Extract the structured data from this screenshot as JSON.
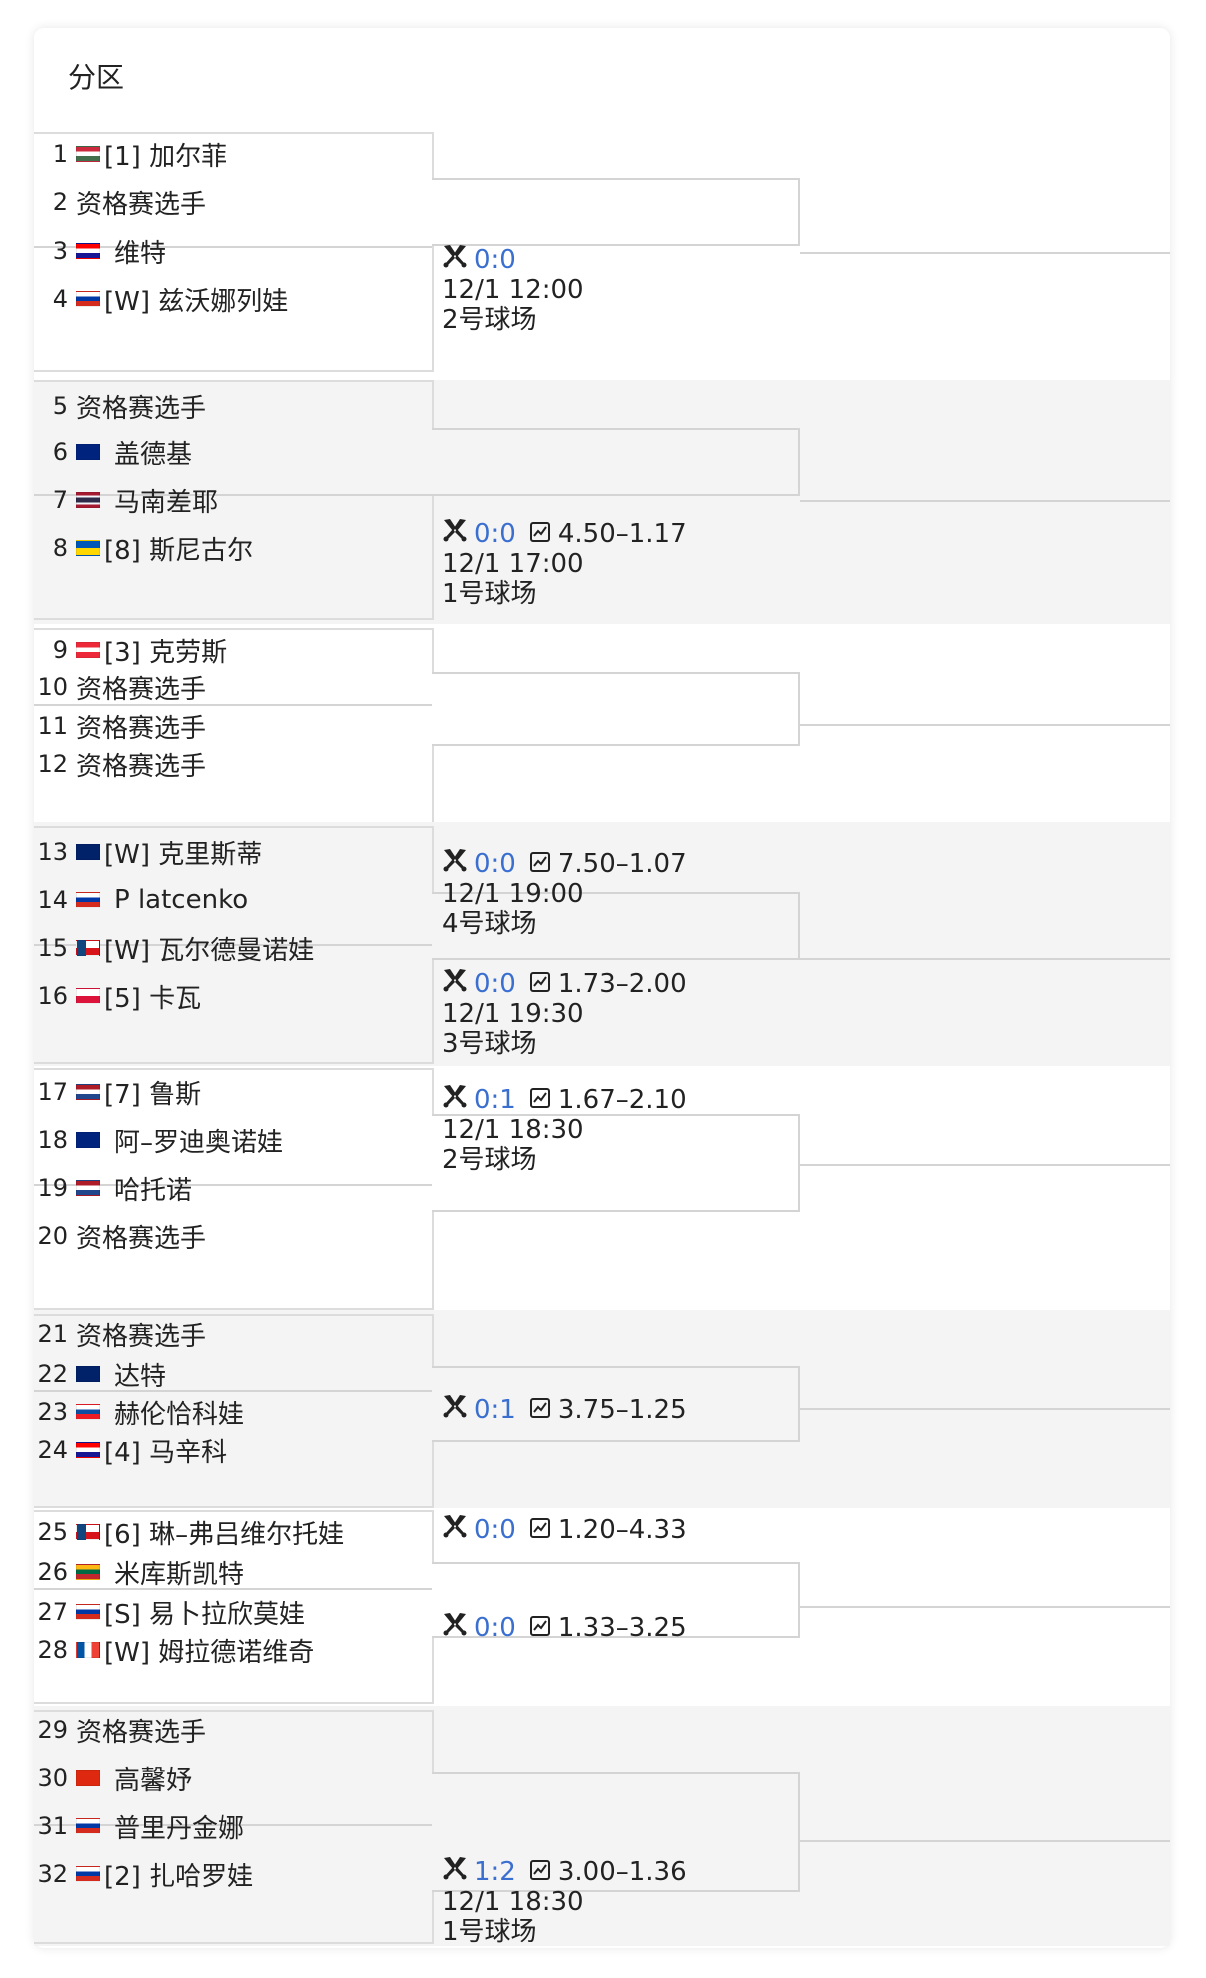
{
  "title": "分区",
  "colors": {
    "score": "#3a6fd0",
    "alt_band": "#f4f4f4",
    "line": "#d4d4d4"
  },
  "icons": {
    "match": "crossed-rackets-icon",
    "odds": "chart-icon"
  },
  "players": [
    {
      "seed": "1",
      "flag": "hungary",
      "name": "[1] 加尔菲"
    },
    {
      "seed": "2",
      "flag": "",
      "name": "资格赛选手"
    },
    {
      "seed": "3",
      "flag": "croatia",
      "name": "维特"
    },
    {
      "seed": "4",
      "flag": "russia",
      "name": "[W] 兹沃娜列娃"
    },
    {
      "seed": "5",
      "flag": "",
      "name": "资格赛选手"
    },
    {
      "seed": "6",
      "flag": "australia",
      "name": "盖德基"
    },
    {
      "seed": "7",
      "flag": "thailand",
      "name": "马南差耶"
    },
    {
      "seed": "8",
      "flag": "ukraine",
      "name": "[8] 斯尼古尔"
    },
    {
      "seed": "9",
      "flag": "austria",
      "name": "[3] 克劳斯"
    },
    {
      "seed": "10",
      "flag": "",
      "name": "资格赛选手"
    },
    {
      "seed": "11",
      "flag": "",
      "name": "资格赛选手"
    },
    {
      "seed": "12",
      "flag": "",
      "name": "资格赛选手"
    },
    {
      "seed": "13",
      "flag": "uk",
      "name": "[W] 克里斯蒂"
    },
    {
      "seed": "14",
      "flag": "russia",
      "name": "P latcenko"
    },
    {
      "seed": "15",
      "flag": "czech",
      "name": "[W] 瓦尔德曼诺娃"
    },
    {
      "seed": "16",
      "flag": "poland",
      "name": "[5] 卡瓦"
    },
    {
      "seed": "17",
      "flag": "netherlands",
      "name": "[7] 鲁斯"
    },
    {
      "seed": "18",
      "flag": "australia",
      "name": "阿–罗迪奥诺娃"
    },
    {
      "seed": "19",
      "flag": "netherlands",
      "name": "哈托诺"
    },
    {
      "seed": "20",
      "flag": "",
      "name": "资格赛选手"
    },
    {
      "seed": "21",
      "flag": "",
      "name": "资格赛选手"
    },
    {
      "seed": "22",
      "flag": "uk",
      "name": "达特"
    },
    {
      "seed": "23",
      "flag": "slovakia",
      "name": "赫伦恰科娃"
    },
    {
      "seed": "24",
      "flag": "croatia",
      "name": "[4] 马辛科"
    },
    {
      "seed": "25",
      "flag": "czech",
      "name": "[6] 琳–弗吕维尔托娃"
    },
    {
      "seed": "26",
      "flag": "lithuania",
      "name": "米库斯凯特"
    },
    {
      "seed": "27",
      "flag": "russia",
      "name": "[S] 易卜拉欣莫娃"
    },
    {
      "seed": "28",
      "flag": "france",
      "name": "[W] 姆拉德诺维奇"
    },
    {
      "seed": "29",
      "flag": "",
      "name": "资格赛选手"
    },
    {
      "seed": "30",
      "flag": "china",
      "name": "高馨妤"
    },
    {
      "seed": "31",
      "flag": "russia",
      "name": "普里丹金娜"
    },
    {
      "seed": "32",
      "flag": "russia",
      "name": "[2] 扎哈罗娃"
    }
  ],
  "matches": [
    {
      "score": "0:0",
      "odds": "",
      "date": "12/1 12:00",
      "court": "2号球场"
    },
    {
      "score": "0:0",
      "odds": "4.50–1.17",
      "date": "12/1 17:00",
      "court": "1号球场"
    },
    {
      "score": "0:0",
      "odds": "7.50–1.07",
      "date": "12/1 19:00",
      "court": "4号球场"
    },
    {
      "score": "0:0",
      "odds": "1.73–2.00",
      "date": "12/1 19:30",
      "court": "3号球场"
    },
    {
      "score": "0:1",
      "odds": "1.67–2.10",
      "date": "12/1 18:30",
      "court": "2号球场"
    },
    {
      "score": "0:1",
      "odds": "3.75–1.25",
      "date": "",
      "court": ""
    },
    {
      "score": "0:0",
      "odds": "1.20–4.33",
      "date": "",
      "court": ""
    },
    {
      "score": "0:0",
      "odds": "1.33–3.25",
      "date": "",
      "court": ""
    },
    {
      "score": "1:2",
      "odds": "3.00–1.36",
      "date": "12/1 18:30",
      "court": "1号球场"
    }
  ]
}
